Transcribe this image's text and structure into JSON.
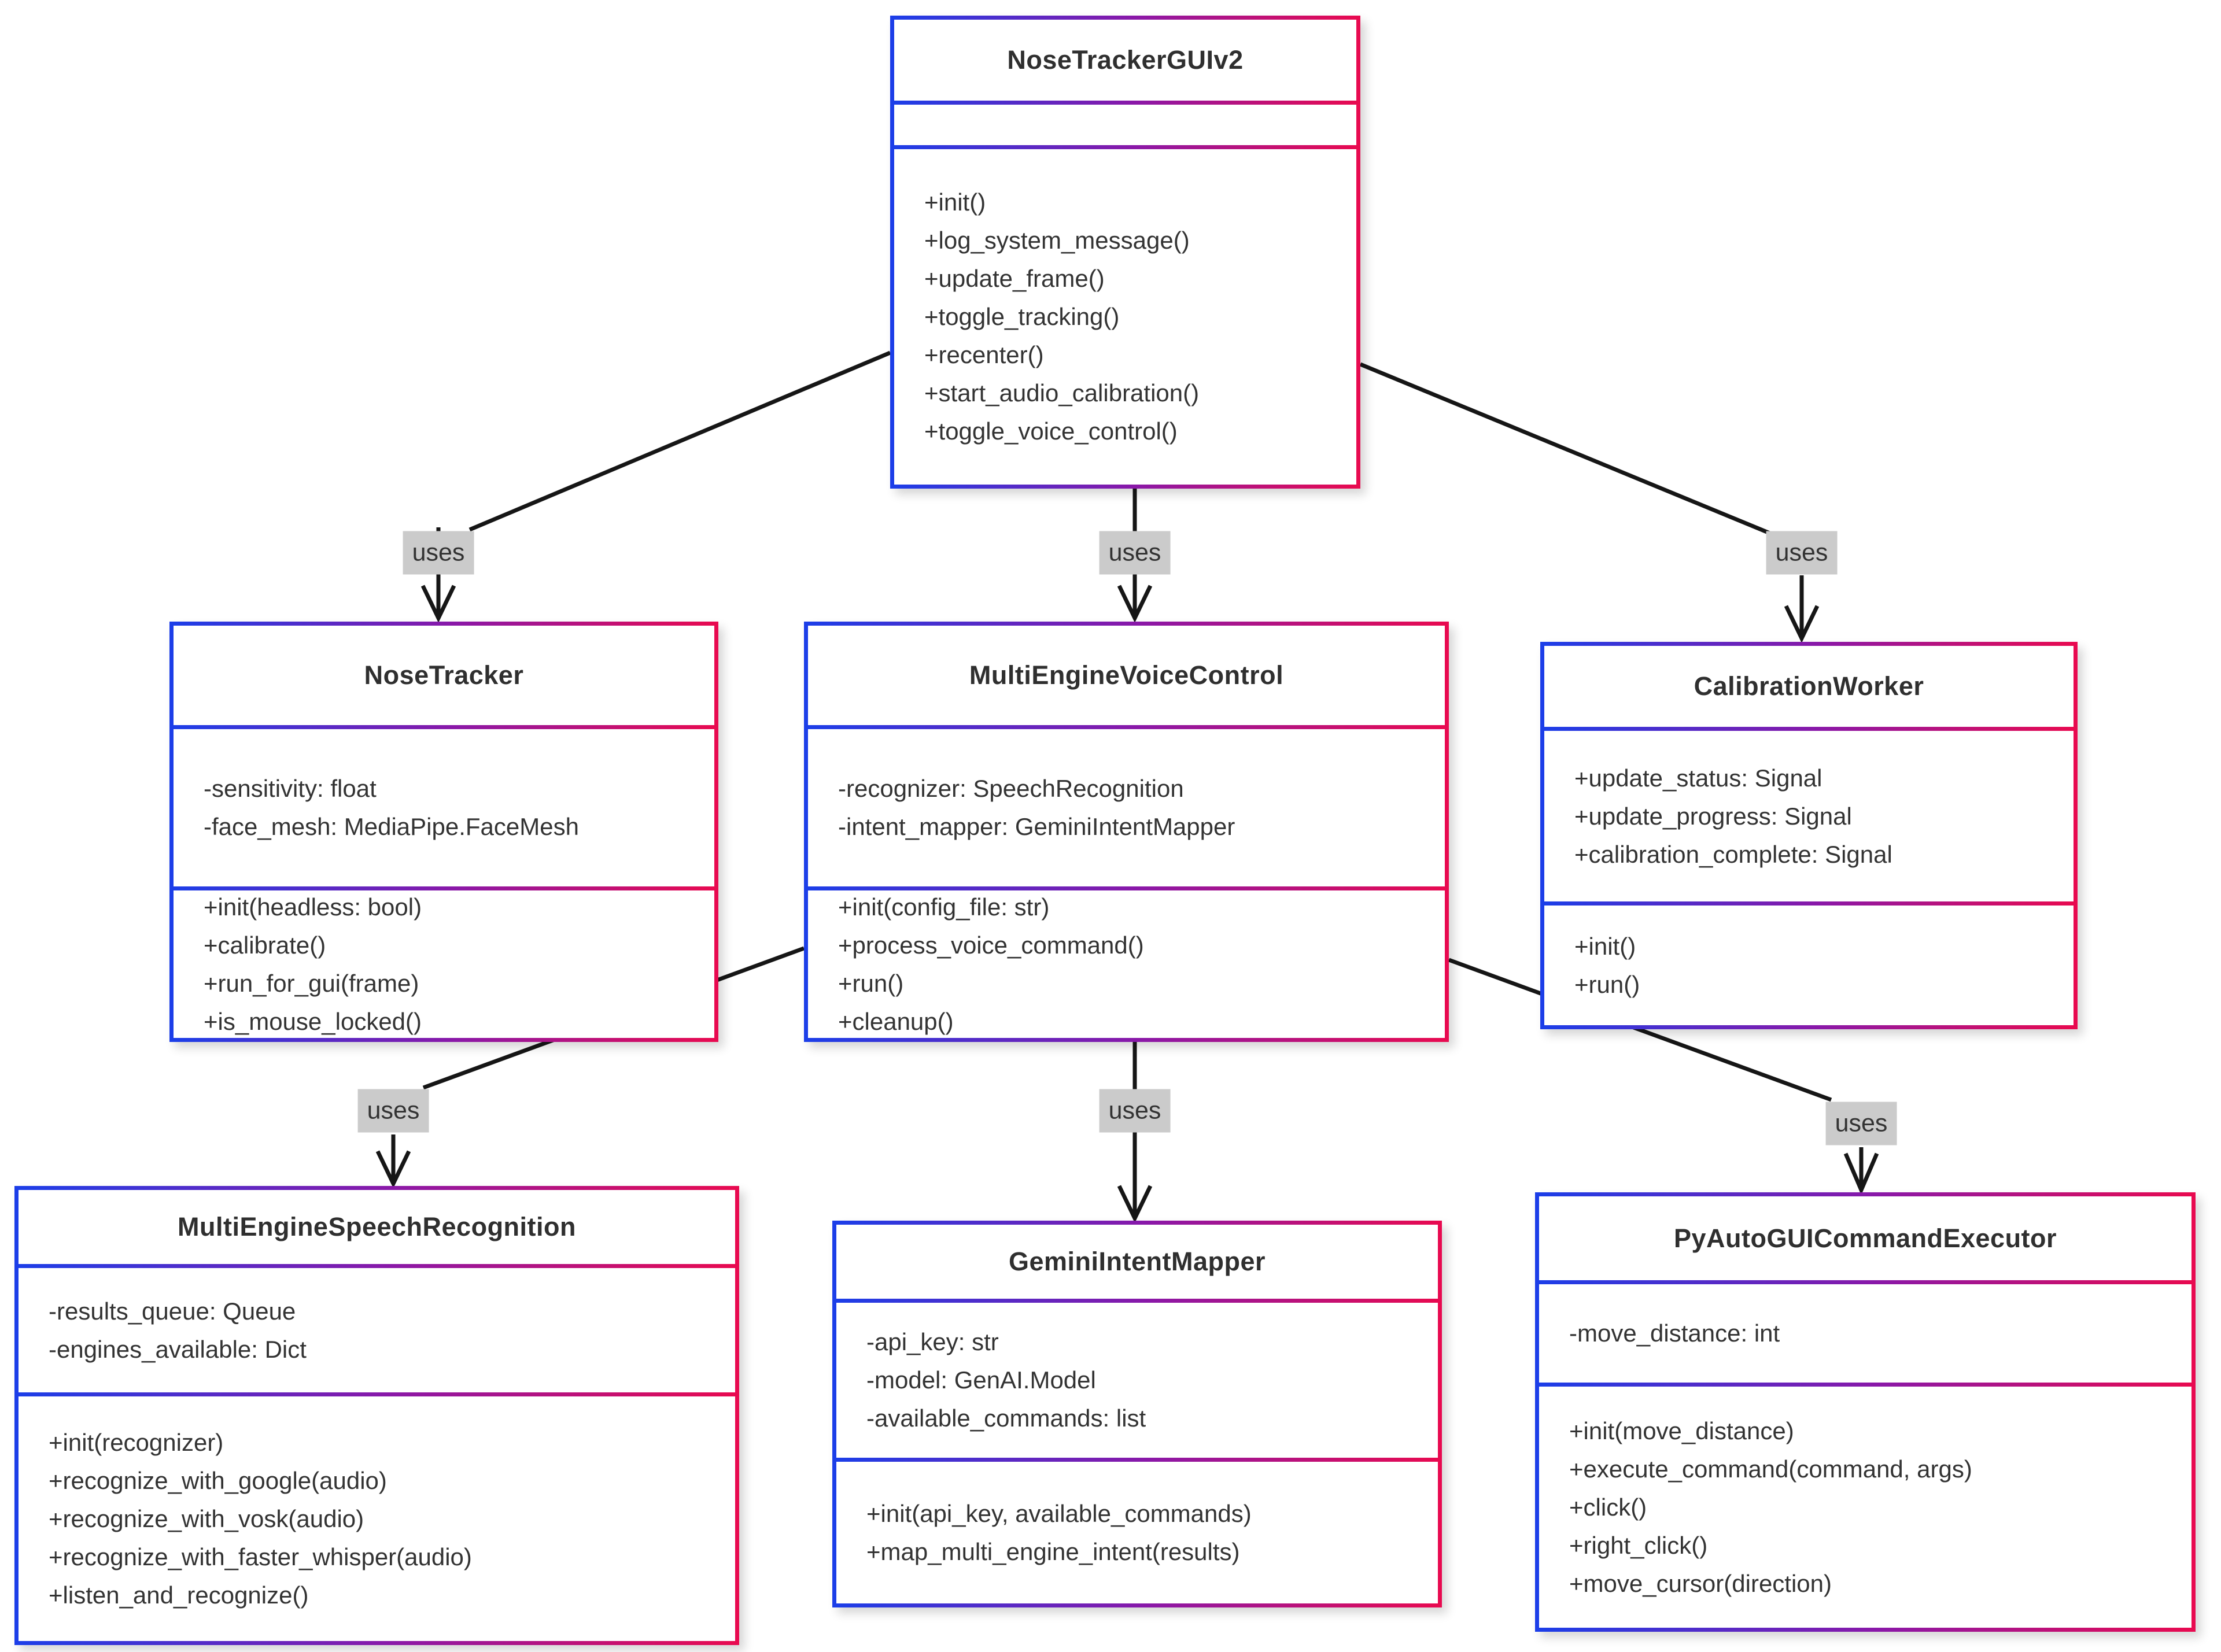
{
  "diagram": {
    "type": "uml-class-diagram",
    "classes": [
      {
        "name": "NoseTrackerGUIv2",
        "attributes": [],
        "methods": [
          "+init()",
          "+log_system_message()",
          "+update_frame()",
          "+toggle_tracking()",
          "+recenter()",
          "+start_audio_calibration()",
          "+toggle_voice_control()"
        ]
      },
      {
        "name": "NoseTracker",
        "attributes": [
          "-sensitivity: float",
          "-face_mesh: MediaPipe.FaceMesh"
        ],
        "methods": [
          "+init(headless: bool)",
          "+calibrate()",
          "+run_for_gui(frame)",
          "+is_mouse_locked()"
        ]
      },
      {
        "name": "MultiEngineVoiceControl",
        "attributes": [
          "-recognizer: SpeechRecognition",
          "-intent_mapper: GeminiIntentMapper"
        ],
        "methods": [
          "+init(config_file: str)",
          "+process_voice_command()",
          "+run()",
          "+cleanup()"
        ]
      },
      {
        "name": "CalibrationWorker",
        "attributes": [
          "+update_status: Signal",
          "+update_progress: Signal",
          "+calibration_complete: Signal"
        ],
        "methods": [
          "+init()",
          "+run()"
        ]
      },
      {
        "name": "MultiEngineSpeechRecognition",
        "attributes": [
          "-results_queue: Queue",
          "-engines_available: Dict"
        ],
        "methods": [
          "+init(recognizer)",
          "+recognize_with_google(audio)",
          "+recognize_with_vosk(audio)",
          "+recognize_with_faster_whisper(audio)",
          "+listen_and_recognize()"
        ]
      },
      {
        "name": "GeminiIntentMapper",
        "attributes": [
          "-api_key: str",
          "-model: GenAI.Model",
          "-available_commands: list"
        ],
        "methods": [
          "+init(api_key, available_commands)",
          "+map_multi_engine_intent(results)"
        ]
      },
      {
        "name": "PyAutoGUICommandExecutor",
        "attributes": [
          "-move_distance: int"
        ],
        "methods": [
          "+init(move_distance)",
          "+execute_command(command, args)",
          "+click()",
          "+right_click()",
          "+move_cursor(direction)"
        ]
      }
    ],
    "edges": [
      {
        "from": "NoseTrackerGUIv2",
        "to": "NoseTracker",
        "label": "uses"
      },
      {
        "from": "NoseTrackerGUIv2",
        "to": "MultiEngineVoiceControl",
        "label": "uses"
      },
      {
        "from": "NoseTrackerGUIv2",
        "to": "CalibrationWorker",
        "label": "uses"
      },
      {
        "from": "MultiEngineVoiceControl",
        "to": "MultiEngineSpeechRecognition",
        "label": "uses"
      },
      {
        "from": "MultiEngineVoiceControl",
        "to": "GeminiIntentMapper",
        "label": "uses"
      },
      {
        "from": "MultiEngineVoiceControl",
        "to": "PyAutoGUICommandExecutor",
        "label": "uses"
      }
    ],
    "colors": {
      "border_gradient_start": "#1c3ee8",
      "border_gradient_mid": "#8a18a8",
      "border_gradient_end": "#e80a50",
      "edge_line": "#161616",
      "label_background": "#cbcbcb",
      "text": "#333333",
      "box_background": "#ffffff"
    }
  }
}
